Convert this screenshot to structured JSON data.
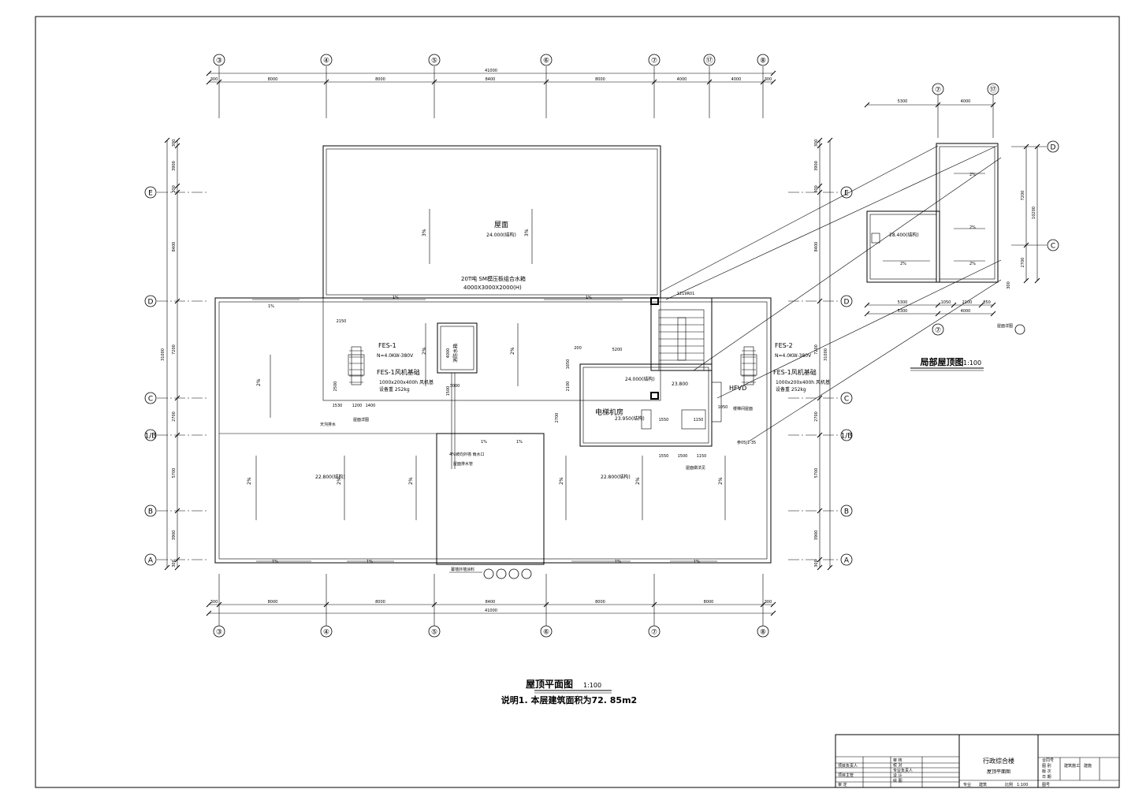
{
  "main_plan": {
    "title": "屋顶平面图",
    "scale": "1:100",
    "note": "说明1. 本层建筑面积为72. 85m2",
    "axes_top": [
      "③",
      "④",
      "⑤",
      "⑥",
      "⑦",
      "⑰",
      "⑧"
    ],
    "axes_bottom": [
      "③",
      "④",
      "⑤",
      "⑥",
      "⑦",
      "⑧"
    ],
    "axes_left": [
      "E",
      "D",
      "C",
      "1/B",
      "B",
      "A"
    ],
    "axes_right": [
      "E",
      "D",
      "C",
      "1/B",
      "B",
      "A"
    ],
    "dim_top_overall": "41000",
    "dim_top_segments": [
      "300",
      "8000",
      "8000",
      "8400",
      "8000",
      "4000",
      "4000",
      "300"
    ],
    "dim_bottom_overall": "41000",
    "dim_bottom_segments": [
      "300",
      "8000",
      "8000",
      "8400",
      "8000",
      "8000",
      "300"
    ],
    "dim_left_overall": "31000",
    "dim_left_segments": [
      "300",
      "3900",
      "300",
      "8400",
      "7200",
      "2700",
      "5700",
      "3900",
      "300"
    ],
    "dim_right_overall": "31000",
    "dim_right_segments": [
      "300",
      "3900",
      "300",
      "8400",
      "7200",
      "2700",
      "5700",
      "3900",
      "300"
    ],
    "upper_roof_label": "屋面",
    "upper_roof_elev": "24.000(结构)",
    "tank_note_line1": "20T吨 SM模压板组合水箱",
    "tank_note_line2": "4000X3000X2000(H)",
    "tank_label": "消防水箱",
    "tank_w": "3000",
    "tank_h": "4000",
    "fes1_label": "FES-1",
    "fes1_power": "N=4.0KW-380V",
    "fes1_base": "FES-1风机基础",
    "fes1_spec": "1000x200x400h 风机基",
    "fes1_weight": "设备重 252kg",
    "fes2_label": "FES-2",
    "fes2_power": "N=4.0KW-380V",
    "fes2_base": "FES-1风机基础",
    "fes2_spec": "1000x200x400h 风机基",
    "fes2_weight": "设备重 252kg",
    "hfvd_label": "HFVD",
    "elevator_room_label": "电梯机房",
    "elev_24": "24.000(结构)",
    "elev_23_8": "23.800",
    "elev_23_95": "23.950(结构)",
    "elev_left_lower": "22.800(结构)",
    "elev_right_lower": "22.800(结构)",
    "slope_1pct": "1%",
    "slope_2pct": "2%",
    "slope_3pct": "3%",
    "dim_2150": "2150",
    "dim_5200": "5200",
    "dim_200": "200",
    "dim_1550": "1550",
    "dim_1150": "1150",
    "dim_1500": "1500",
    "dim_1650": "1650",
    "dim_2100": "2100",
    "dim_2700": "2700",
    "dim_1530": "1530",
    "dim_1200": "1200",
    "dim_1400": "1400",
    "dim_2500": "2500",
    "dim_1050": "1050",
    "stair_label": "1219R01",
    "ref_1": "屋面详图",
    "ref_2": "屋面做法见",
    "ref_3": "楼梯间屋面",
    "ref_4": "参05J1-35",
    "ref_5": "幕墙外墙涂料",
    "ref_6": "4%坡向外墙 雨水口",
    "gutter_label": "天沟排水",
    "downpipe_label": "屋面排水管"
  },
  "detail_plan": {
    "title": "局部屋顶图",
    "scale": "1:100",
    "axes_top": [
      "⑦",
      "⑰"
    ],
    "axes_bottom": [
      "⑦"
    ],
    "axes_right": [
      "D",
      "C"
    ],
    "dim_top": [
      "5300",
      "4000"
    ],
    "dim_bottom_row1": [
      "5300",
      "1050",
      "2100",
      "850"
    ],
    "dim_bottom_row2": [
      "5300",
      "4000"
    ],
    "dim_right": [
      "7200",
      "2700",
      "300"
    ],
    "dim_right_overall": "10200",
    "elev": "28.400(结构)",
    "slope": "2%",
    "ref": "屋面详图"
  },
  "title_block": {
    "project": "行政综合楼",
    "drawing": "屋顶平面图",
    "scale_label": "比例",
    "scale": "1:100",
    "left_labels": [
      "项目负责人",
      "项目主管",
      "审 定"
    ],
    "mid_labels": [
      "审 核",
      "校 对",
      "专业负责人",
      "设 计",
      "绘 图"
    ],
    "right_labels": [
      "合同号",
      "图 别",
      "版 次",
      "日 期",
      "图号"
    ],
    "right_values": [
      "建筑施工",
      "建施",
      "",
      "",
      ""
    ],
    "bottom_labels": [
      "专业",
      "建筑",
      "比例"
    ]
  }
}
